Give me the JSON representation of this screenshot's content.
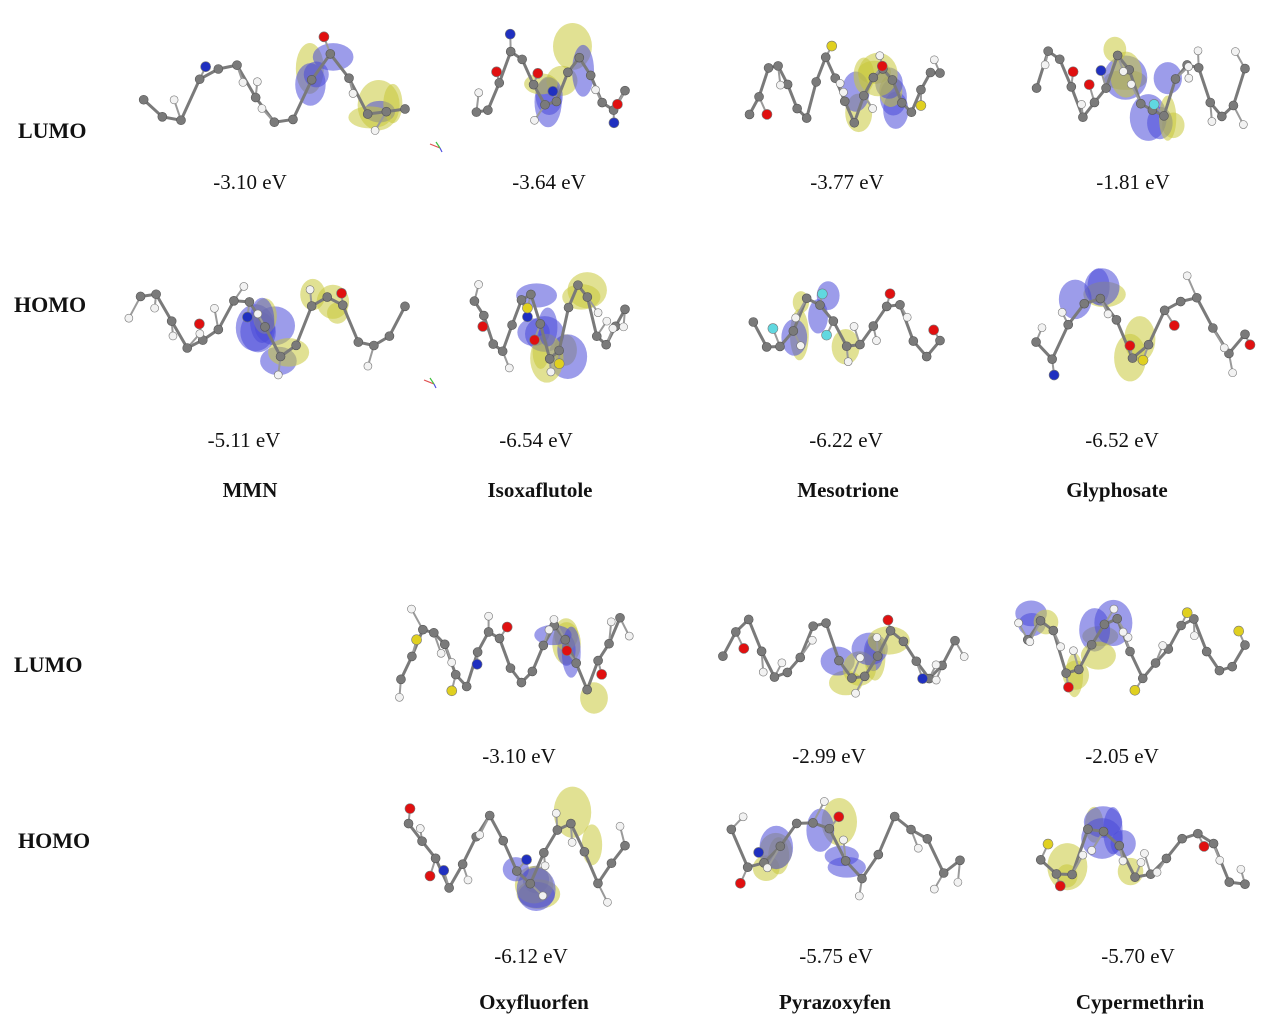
{
  "row_labels": {
    "lumo": "LUMO",
    "homo": "HOMO"
  },
  "compounds": [
    {
      "name": "MMN",
      "lumo": "-3.10 eV",
      "homo": "-5.11 eV"
    },
    {
      "name": "Isoxaflutole",
      "lumo": "-3.64 eV",
      "homo": "-6.54 eV"
    },
    {
      "name": "Mesotrione",
      "lumo": "-3.77 eV",
      "homo": "-6.22 eV"
    },
    {
      "name": "Glyphosate",
      "lumo": "-1.81 eV",
      "homo": "-6.52 eV"
    },
    {
      "name": "Oxyfluorfen",
      "lumo": "-3.10 eV",
      "homo": "-6.12 eV"
    },
    {
      "name": "Pyrazoxyfen",
      "lumo": "-2.99 eV",
      "homo": "-5.75 eV"
    },
    {
      "name": "Cypermethrin",
      "lumo": "-2.05 eV",
      "homo": "-5.70 eV"
    }
  ],
  "colors": {
    "orbital_positive": "#c8c83a",
    "orbital_negative": "#4a4ad8",
    "carbon": "#7a7a7a",
    "hydrogen": "#f2f2f2",
    "oxygen": "#e01010",
    "nitrogen": "#2030c0",
    "fluorine": "#60d8e0",
    "sulfur": "#e0d020",
    "phosphorus": "#e090d0",
    "chlorine": "#40d040"
  }
}
